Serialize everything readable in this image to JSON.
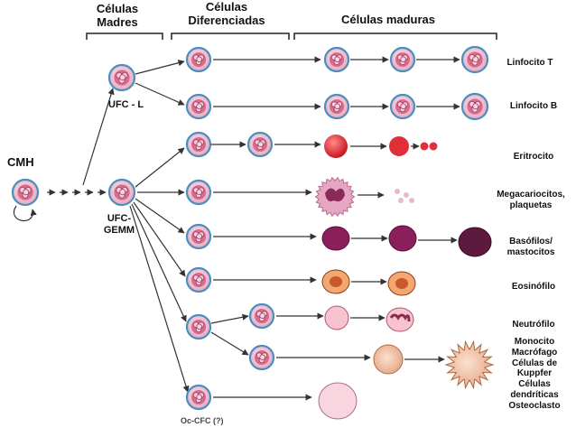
{
  "headers": {
    "stem_cells": "Células\nMadres",
    "differentiated_cells": "Células\nDiferenciadas",
    "mature_cells": "Células maduras"
  },
  "progenitors": {
    "cmh": "CMH",
    "ufc_l": "UFC - L",
    "ufc_gemm": "UFC-\nGEMM",
    "oc_cfc": "Oc-CFC (?)"
  },
  "lineages": [
    "Linfocito T",
    "Linfocito B",
    "Eritrocito",
    "Megacariocitos,\nplaquetas",
    "Basófilos/\nmastocitos",
    "Eosinófilo",
    "Neutrófilo",
    "Monocito\nMacrófago\nCélulas de\nKuppfer\nCélulas\ndendríticas\nOsteoclasto"
  ],
  "colors": {
    "stem_fill": "#f5c9d6",
    "stem_border": "#4a8fc0",
    "nucleus": "#cf5d80",
    "erythrocyte": "#e02e3a",
    "megakaryocyte": "#e7a6c2",
    "basophil": "#8a1f5c",
    "eosinophil": "#c9582a",
    "macrophage": "#f2c2a0",
    "arrow": "#333333"
  }
}
